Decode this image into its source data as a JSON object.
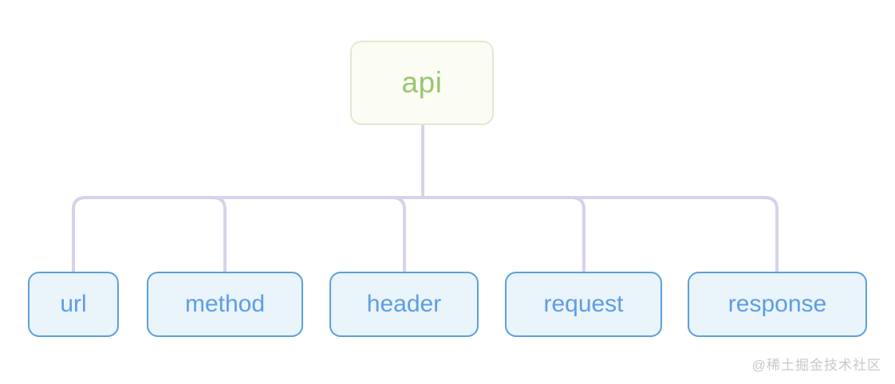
{
  "diagram": {
    "type": "mindmap-tree",
    "root": {
      "label": "api"
    },
    "children": [
      {
        "label": "url"
      },
      {
        "label": "method"
      },
      {
        "label": "header"
      },
      {
        "label": "request"
      },
      {
        "label": "response"
      }
    ]
  },
  "colors": {
    "root_bg": "#fbfdf4",
    "root_border": "#dfeacd",
    "root_text": "#98c66f",
    "child_bg": "#e9f4fb",
    "child_border": "#5c9fdc",
    "child_text": "#5d9de3",
    "line": "#d7d2ea",
    "watermark_text_color": "#c8c8c8"
  },
  "watermark": {
    "text": "@稀土掘金技术社区"
  }
}
